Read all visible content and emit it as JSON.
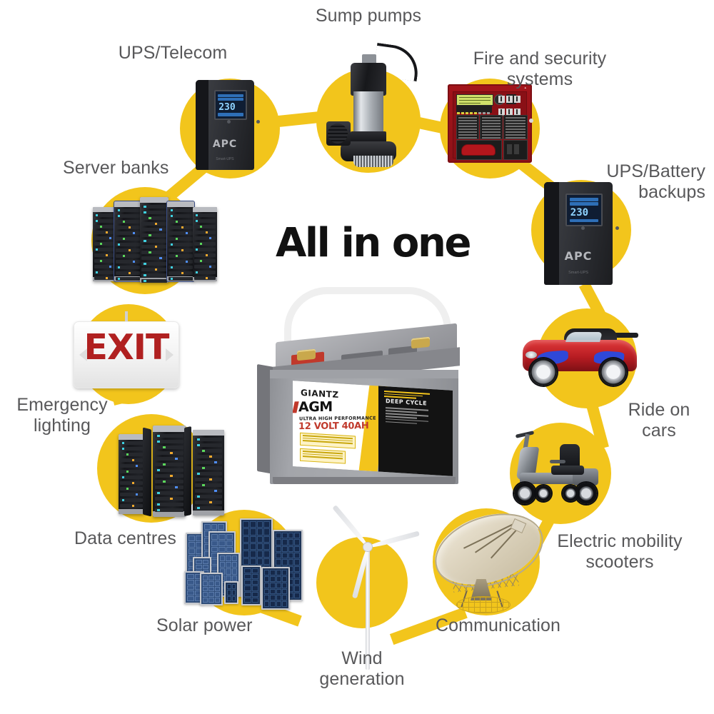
{
  "headline": "All in one",
  "theme": {
    "yellow": "#F2C51C",
    "label_color": "#58585a",
    "red": "#b02020",
    "background": "#ffffff"
  },
  "nodes": [
    {
      "id": "sump-pumps",
      "label": "Sump pumps",
      "icon": "sump-pump-icon"
    },
    {
      "id": "ups-telecom",
      "label": "UPS/Telecom",
      "icon": "ups-icon"
    },
    {
      "id": "fire-security",
      "label": "Fire and security\nsystems",
      "icon": "fire-alarm-panel-icon"
    },
    {
      "id": "ups-battery",
      "label": "UPS/Battery\nbackups",
      "icon": "ups-icon"
    },
    {
      "id": "server-banks",
      "label": "Server banks",
      "icon": "server-rack-icon"
    },
    {
      "id": "ride-on-cars",
      "label": "Ride on\ncars",
      "icon": "ride-on-car-icon"
    },
    {
      "id": "emergency-lighting",
      "label": "Emergency\nlighting",
      "icon": "exit-sign-icon"
    },
    {
      "id": "electric-scooters",
      "label": "Electric mobility\nscooters",
      "icon": "mobility-scooter-icon"
    },
    {
      "id": "data-centres",
      "label": "Data centres",
      "icon": "data-centre-icon"
    },
    {
      "id": "communication",
      "label": "Communication",
      "icon": "satellite-dish-icon"
    },
    {
      "id": "solar-power",
      "label": "Solar power",
      "icon": "solar-panel-icon"
    },
    {
      "id": "wind-generation",
      "label": "Wind\ngeneration",
      "icon": "wind-turbine-icon"
    }
  ],
  "battery": {
    "brand": "GIANTZ",
    "type": "AGM",
    "tagline": "ULTRA HIGH PERFORMANCE",
    "rating": "12 VOLT 40AH",
    "cycle": "DEEP CYCLE"
  },
  "ups": {
    "brand": "APC",
    "model": "Smart-UPS",
    "display_value": "230"
  },
  "exit_sign": {
    "text": "EXIT"
  }
}
